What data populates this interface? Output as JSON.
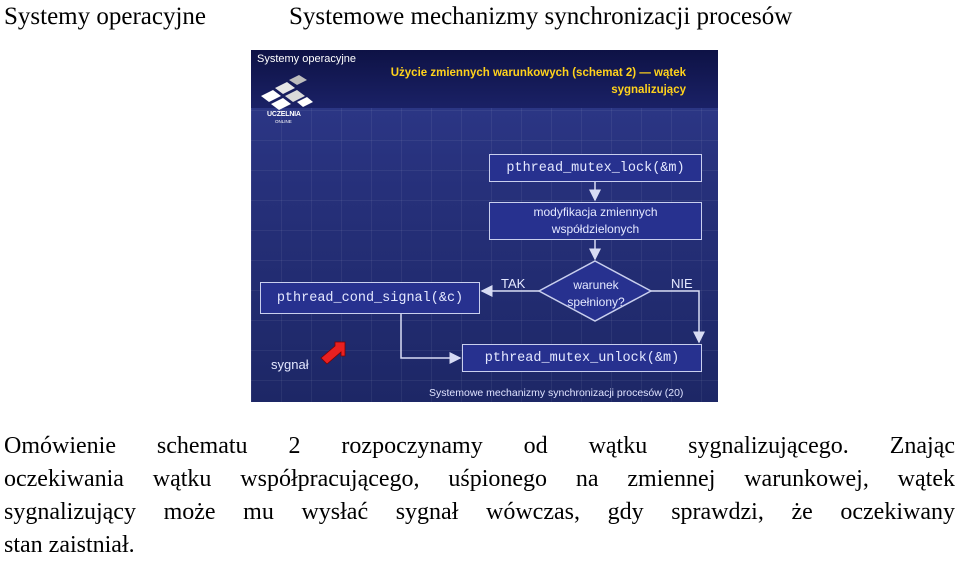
{
  "header": {
    "left": "Systemy operacyjne",
    "right": "Systemowe mechanizmy synchronizacji procesów"
  },
  "slide": {
    "course": "Systemy operacyjne",
    "title_line1": "Użycie zmiennych warunkowych (schemat 2) — wątek",
    "title_line2": "sygnalizujący",
    "logo_text": "UCZELNIA",
    "logo_subtext": "ONLINE",
    "flow": {
      "lock": "pthread_mutex_lock(&m)",
      "modify_line1": "modyfikacja zmiennych",
      "modify_line2": "współdzielonych",
      "decision_line1": "warunek",
      "decision_line2": "spełniony?",
      "yes": "TAK",
      "no": "NIE",
      "signal": "pthread_cond_signal(&c)",
      "unlock": "pthread_mutex_unlock(&m)",
      "signal_label": "sygnał"
    },
    "footer": "Systemowe mechanizmy synchronizacji procesów (20)",
    "colors": {
      "background": "#26307a",
      "title": "#ffd21c",
      "box_border": "#c9cfee",
      "signal_arrow": "#e82020"
    }
  },
  "body": {
    "line1": "Omówienie schematu 2 rozpoczynamy od wątku sygnalizującego. Znając",
    "line2": "oczekiwania wątku współpracującego, uśpionego na zmiennej warunkowej, wątek",
    "line3": "sygnalizujący może mu wysłać sygnał wówczas, gdy sprawdzi, że oczekiwany",
    "line4": "stan zaistniał."
  }
}
